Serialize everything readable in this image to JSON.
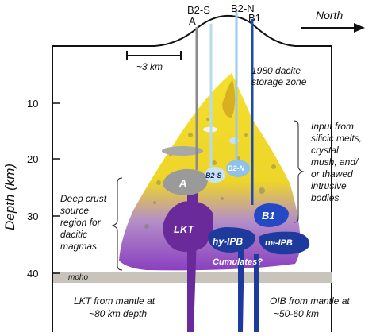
{
  "compass": {
    "label": "North"
  },
  "scale_bar": {
    "label": "~3 km"
  },
  "well_labels": {
    "b2s": "B2-S",
    "a": "A",
    "b2n": "B2-N",
    "b1": "B1"
  },
  "y_axis": {
    "label": "Depth (km)",
    "ticks": [
      "10",
      "20",
      "30",
      "40"
    ]
  },
  "annotations": {
    "storage": [
      "1980 dacite",
      "storage zone"
    ],
    "input": [
      "Input from",
      "silicic melts,",
      "crystal",
      "mush, and/",
      "or thawed",
      "intrusive",
      "bodies"
    ],
    "deep": [
      "Deep crust",
      "source",
      "region for",
      "dacitic",
      "magmas"
    ],
    "moho": "moho",
    "lkt_mantle": [
      "LKT from mantle at",
      "~80 km depth"
    ],
    "oib_mantle": [
      "OIB from mantle at",
      "~50-60 km"
    ]
  },
  "bodies": {
    "a": "A",
    "b2s": "B2-S",
    "b2n": "B2-N",
    "b1": "B1",
    "lkt": "LKT",
    "hy_ipb": "hy-IPB",
    "ne_ipb": "ne-IPB",
    "cumulates": "Cumulates?"
  },
  "colors": {
    "yellow": "#f3dc2a",
    "purple": "#8a3fc0",
    "dark_blue": "#1e3a9c",
    "grey_body": "#9a9a9a",
    "moho_band": "#c8c4bc"
  }
}
